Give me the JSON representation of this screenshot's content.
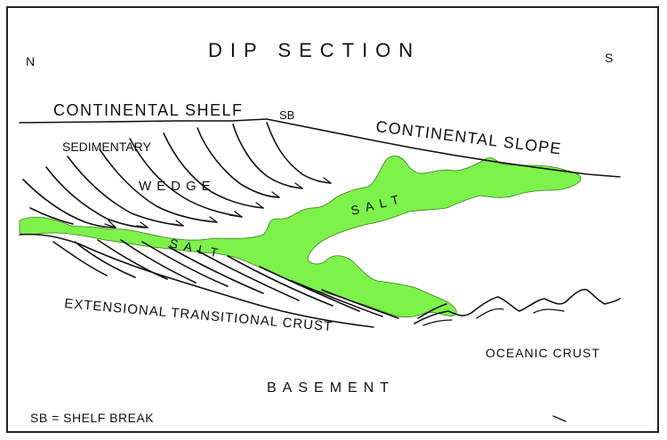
{
  "diagram": {
    "title": "DIP SECTION",
    "north": "N",
    "south": "S",
    "labels": {
      "continental_shelf": "CONTINENTAL SHELF",
      "shelf_break": "SB",
      "continental_slope": "CONTINENTAL SLOPE",
      "sedimentary": "SEDIMENTARY",
      "wedge": "WEDGE",
      "salt_upper": "SALT",
      "salt_lower": "SALT",
      "extensional_crust": "EXTENSIONAL TRANSITIONAL CRUST",
      "oceanic_crust": "OCEANIC CRUST",
      "basement": "BASEMENT",
      "legend": "SB = SHELF BREAK"
    },
    "colors": {
      "salt": "#7CF24A",
      "ink": "#111111"
    }
  }
}
